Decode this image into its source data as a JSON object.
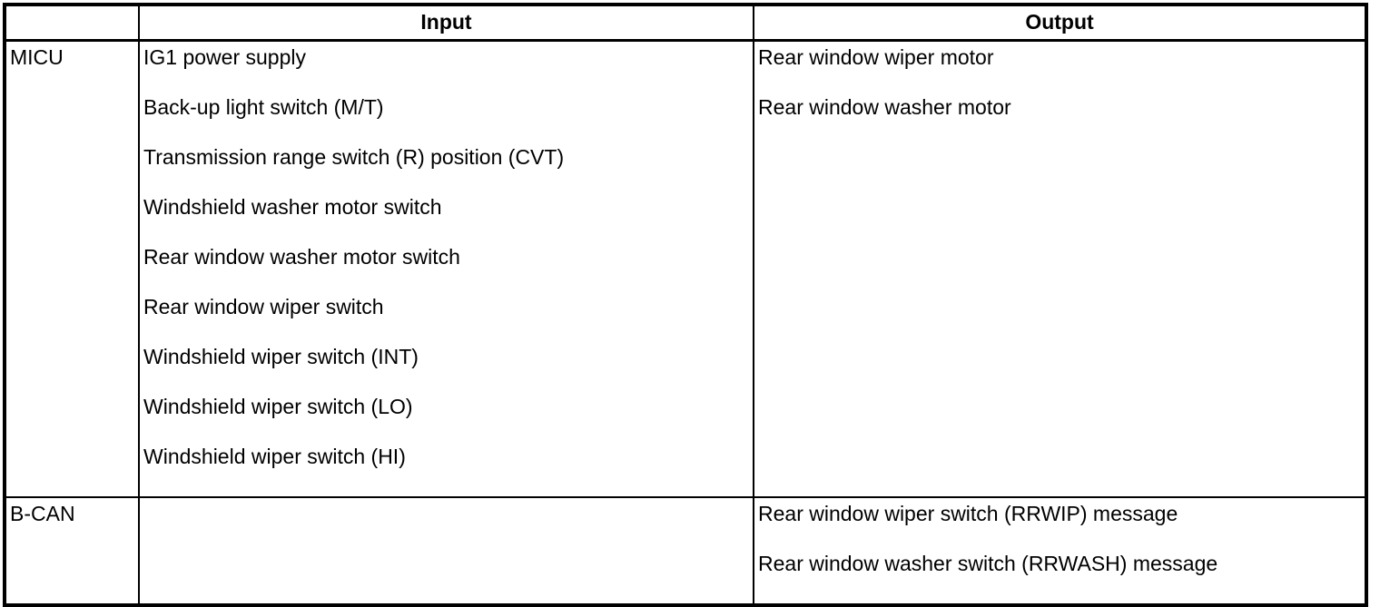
{
  "colors": {
    "border": "#000000",
    "text": "#000000",
    "background": "#ffffff"
  },
  "table": {
    "headers": {
      "corner": "",
      "input": "Input",
      "output": "Output"
    },
    "rows": [
      {
        "label": "MICU",
        "inputs": [
          "IG1 power supply",
          "Back-up light switch (M/T)",
          "Transmission range switch (R) position (CVT)",
          "Windshield washer motor switch",
          "Rear window washer motor switch",
          "Rear window wiper switch",
          "Windshield wiper switch (INT)",
          "Windshield wiper switch (LO)",
          "Windshield wiper switch (HI)"
        ],
        "outputs": [
          "Rear window wiper motor",
          "Rear window washer motor"
        ]
      },
      {
        "label": "B-CAN",
        "inputs": [],
        "outputs": [
          "Rear window wiper switch (RRWIP) message",
          "Rear window washer switch (RRWASH) message"
        ]
      }
    ]
  }
}
